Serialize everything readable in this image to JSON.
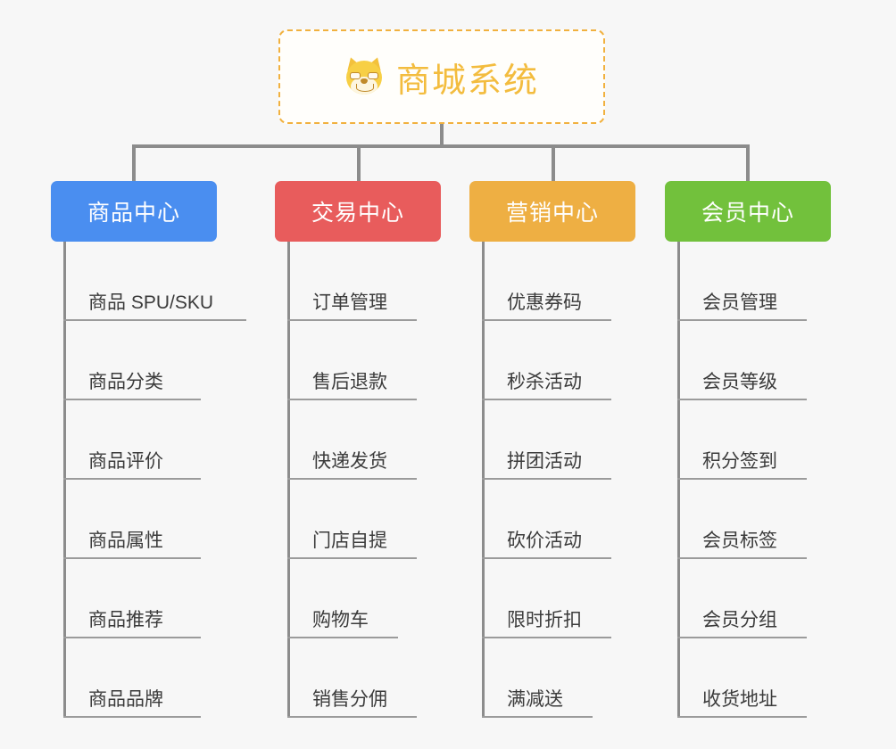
{
  "page": {
    "background_color": "#f7f7f7",
    "type": "mindmap"
  },
  "root": {
    "title": "商城系统",
    "icon": "shiba-dog-icon",
    "icon_glyph": "🐕",
    "border_color": "#f1b13f",
    "text_color": "#f3bc3e",
    "background_color": "#fffefb"
  },
  "connector": {
    "color": "#8c8c8c"
  },
  "branches": [
    {
      "id": "product-center",
      "label": "商品中心",
      "color": "#4a8ef0",
      "items": [
        "商品 SPU/SKU",
        "商品分类",
        "商品评价",
        "商品属性",
        "商品推荐",
        "商品品牌"
      ]
    },
    {
      "id": "trade-center",
      "label": "交易中心",
      "color": "#e85c5c",
      "items": [
        "订单管理",
        "售后退款",
        "快递发货",
        "门店自提",
        "购物车",
        "销售分佣"
      ]
    },
    {
      "id": "marketing-center",
      "label": "营销中心",
      "color": "#eeaf43",
      "items": [
        "优惠券码",
        "秒杀活动",
        "拼团活动",
        "砍价活动",
        "限时折扣",
        "满减送"
      ]
    },
    {
      "id": "member-center",
      "label": "会员中心",
      "color": "#72c13c",
      "items": [
        "会员管理",
        "会员等级",
        "积分签到",
        "会员标签",
        "会员分组",
        "收货地址"
      ]
    }
  ]
}
